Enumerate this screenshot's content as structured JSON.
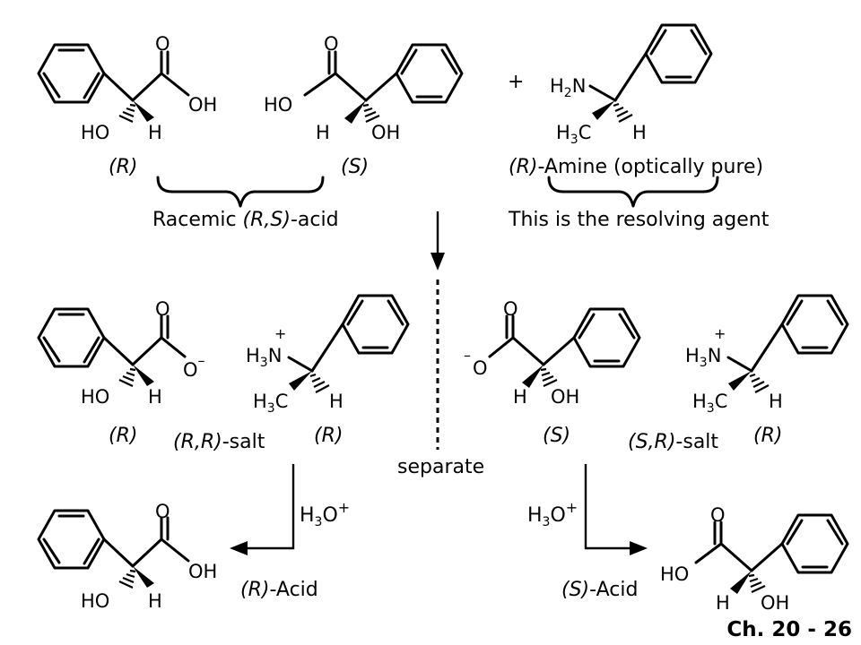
{
  "top": {
    "plus": "+",
    "r_acid_label": "(R)",
    "s_acid_label": "(S)",
    "amine_config": "(R)",
    "amine_desc": "-Amine (optically pure)",
    "racemic_pre": "Racemic ",
    "racemic_config": "(R,S)",
    "racemic_post": "-acid",
    "resolving_agent": "This is the resolving agent"
  },
  "middle": {
    "r_carboxylate_label": "(R)",
    "rr_salt_config": "(R,R)",
    "rr_salt_post": "-salt",
    "r_ammonium_label_1": "(R)",
    "separate": "separate",
    "s_carboxylate_label": "(S)",
    "sr_salt_config": "(S,R)",
    "sr_salt_post": "-salt",
    "r_ammonium_label_2": "(R)"
  },
  "bottom": {
    "r_acid_config": "(R)",
    "r_acid_post": "-Acid",
    "s_acid_config": "(S)",
    "s_acid_post": "-Acid"
  },
  "atoms": {
    "o": "O",
    "oh": "OH",
    "ho": "HO",
    "h": "H",
    "h2n_a": "H",
    "h2n_sub": "2",
    "h2n_b": "N",
    "h3n_a": "H",
    "h3n_sub": "3",
    "h3n_b": "N",
    "h3c_a": "H",
    "h3c_sub": "3",
    "h3c_b": "C",
    "plus": "+",
    "minus": "–",
    "h3o_a": "H",
    "h3o_sub": "3",
    "h3o_b": "O",
    "h3o_plus": "+"
  },
  "footer": "Ch. 20 - 26"
}
